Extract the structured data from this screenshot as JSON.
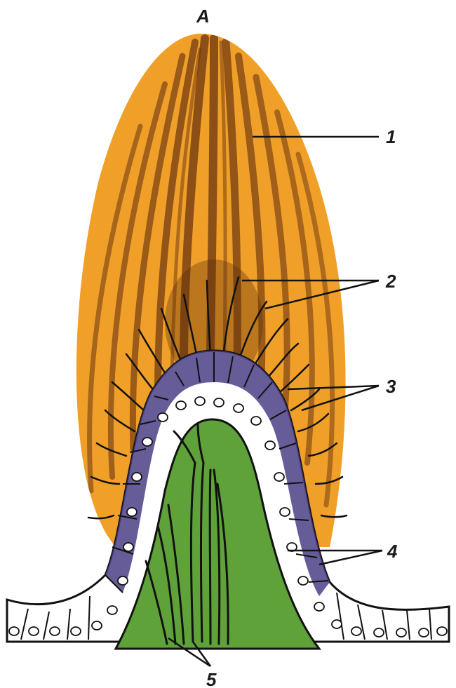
{
  "figure": {
    "panel_letter": "A",
    "labels": [
      "1",
      "2",
      "3",
      "4",
      "5"
    ]
  },
  "colors": {
    "cupula": "#f0a028",
    "cupula_stripe": "#6b3410",
    "support_cells": "#4a3f86",
    "connective_tissue": "#5fa23a",
    "outline": "#111111"
  }
}
